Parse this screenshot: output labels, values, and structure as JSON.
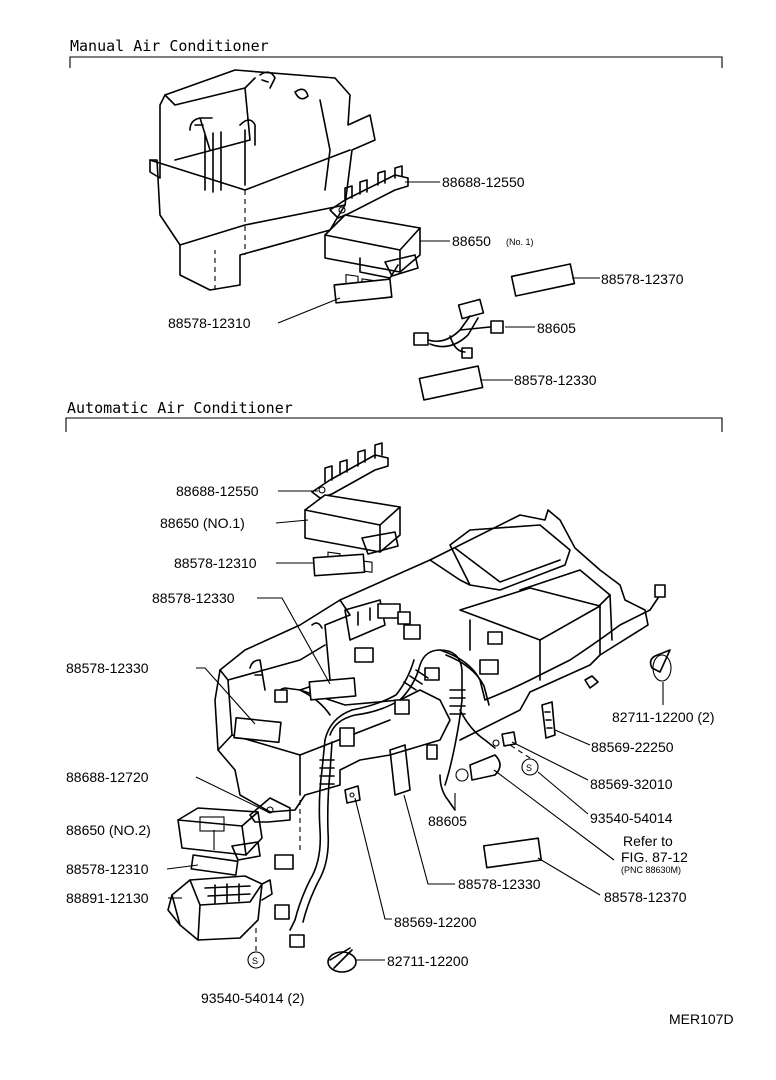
{
  "sections": {
    "manual": "Manual Air Conditioner",
    "automatic": "Automatic Air Conditioner"
  },
  "manual": {
    "p1": "88688-12550",
    "p2": "88650",
    "p2_note": "(No. 1)",
    "p3": "88578-12370",
    "p4": "88578-12310",
    "p5": "88605",
    "p6": "88578-12330"
  },
  "automatic": {
    "a1": "88688-12550",
    "a2": "88650 (NO.1)",
    "a3": "88578-12310",
    "a4": "88578-12330",
    "a5": "88578-12330",
    "a6": "82711-12200 (2)",
    "a7": "88569-22250",
    "a8": "88688-12720",
    "a9": "88569-32010",
    "a10": "93540-54014",
    "a11": "88605",
    "a12": "88650 (NO.2)",
    "a13_line1": "Refer to",
    "a13_line2": "FIG. 87-12",
    "a13_line3": "(PNC 88630M)",
    "a14": "88578-12310",
    "a15": "88578-12330",
    "a16": "88578-12370",
    "a17": "88891-12130",
    "a18": "88569-12200",
    "a19": "82711-12200",
    "a20": "93540-54014 (2)",
    "screw_mark": "S"
  },
  "figure_code": "MER107D"
}
